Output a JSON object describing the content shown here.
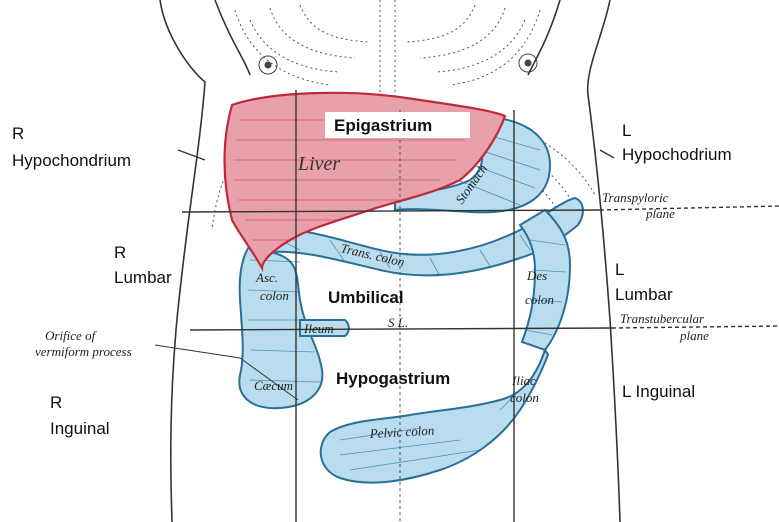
{
  "regions": {
    "epigastrium": "Epigastrium",
    "r_hypochondrium": [
      "R",
      "Hypochondrium"
    ],
    "l_hypochondrium": [
      "L",
      "Hypochodrium"
    ],
    "r_lumbar": [
      "R",
      "Lumbar"
    ],
    "l_lumbar": [
      "L",
      "Lumbar"
    ],
    "umbilical": "Umbilical",
    "hypogastrium": "Hypogastrium",
    "r_inguinal": [
      "R",
      "Inguinal"
    ],
    "l_inguinal": "L Inguinal"
  },
  "organs": {
    "liver": "Liver",
    "stomach": "Stomach",
    "trans_colon": "Trans. colon",
    "asc_colon": [
      "Asc.",
      "colon"
    ],
    "des_colon": [
      "Des",
      "colon"
    ],
    "ileum": "Ileum",
    "caecum": "Cæcum",
    "iliac_colon": [
      "Iliac",
      "colon"
    ],
    "pelvic_colon": "Pelvic colon",
    "sl": "S L."
  },
  "planes": {
    "transpyloric": [
      "Transpyloric",
      "plane"
    ],
    "transtubercular": [
      "Transtubercular",
      "plane"
    ]
  },
  "annotations": {
    "orifice": [
      "Orifice of",
      "vermiform process"
    ]
  },
  "colors": {
    "liver_fill": "#e8a0aa",
    "liver_stroke": "#c0283c",
    "colon_fill": "#b9dcef",
    "colon_stroke": "#2a6f98",
    "line": "#333333",
    "background": "#ffffff"
  }
}
